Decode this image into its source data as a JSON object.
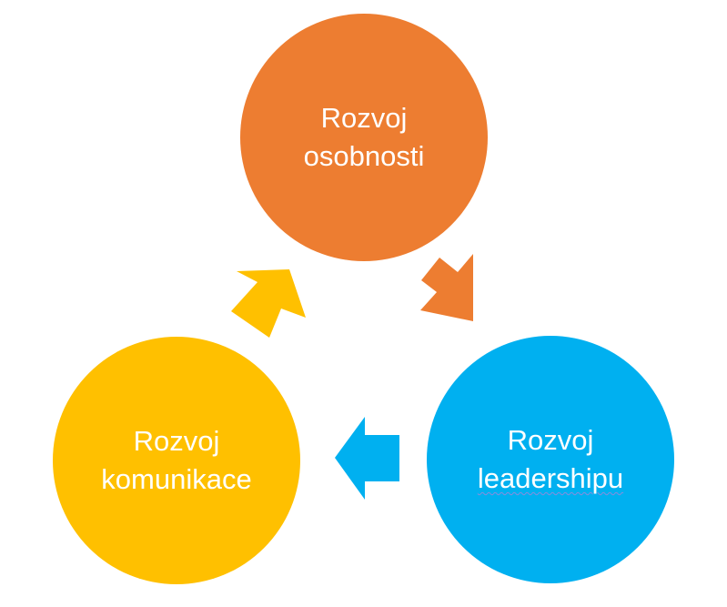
{
  "nodes": {
    "personality": {
      "line1": "Rozvoj",
      "line2": "osobnosti",
      "color": "#ED7D31"
    },
    "leadership": {
      "line1": "Rozvoj",
      "line2": "leadershipu",
      "color": "#00B0F0"
    },
    "communication": {
      "line1": "Rozvoj",
      "line2": "komunikace",
      "color": "#FFC000"
    }
  },
  "arrows": {
    "personality_to_leadership": {
      "color": "#ED7D31"
    },
    "leadership_to_communication": {
      "color": "#00B0F0"
    },
    "communication_to_personality": {
      "color": "#FFC000"
    }
  }
}
